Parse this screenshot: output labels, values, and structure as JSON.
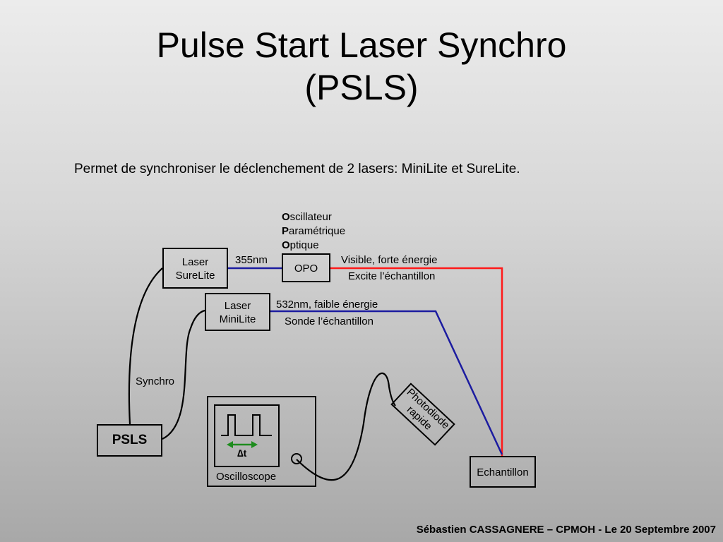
{
  "title_line1": "Pulse Start Laser Synchro",
  "title_line2": "(PSLS)",
  "subtitle": "Permet de synchroniser le déclenchement de 2 lasers: MiniLite et SureLite.",
  "opo_definition": {
    "line1_initial": "O",
    "line1_rest": "scillateur",
    "line2_initial": "P",
    "line2_rest": "aramétrique",
    "line3_initial": "O",
    "line3_rest": "ptique"
  },
  "boxes": {
    "surelite_line1": "Laser",
    "surelite_line2": "SureLite",
    "minilite_line1": "Laser",
    "minilite_line2": "MiniLite",
    "opo": "OPO",
    "psls": "PSLS",
    "oscilloscope": "Oscilloscope",
    "echantillon": "Echantillon",
    "photodiode_line1": "Photodiode",
    "photodiode_line2": "rapide",
    "delta_t": "∆t"
  },
  "labels": {
    "wavelength_355": "355nm",
    "visible_line1": "Visible, forte énergie",
    "visible_line2": "Excite l’échantillon",
    "probe_line1": "532nm, faible énergie",
    "probe_line2": "Sonde l’échantillon",
    "synchro": "Synchro"
  },
  "colors": {
    "beam_blue": "#1c1ca0",
    "beam_red": "#ff1a1a",
    "delta_arrow": "#1e8c1e"
  },
  "footer": "Sébastien CASSAGNERE – CPMOH - Le 20 Septembre 2007"
}
